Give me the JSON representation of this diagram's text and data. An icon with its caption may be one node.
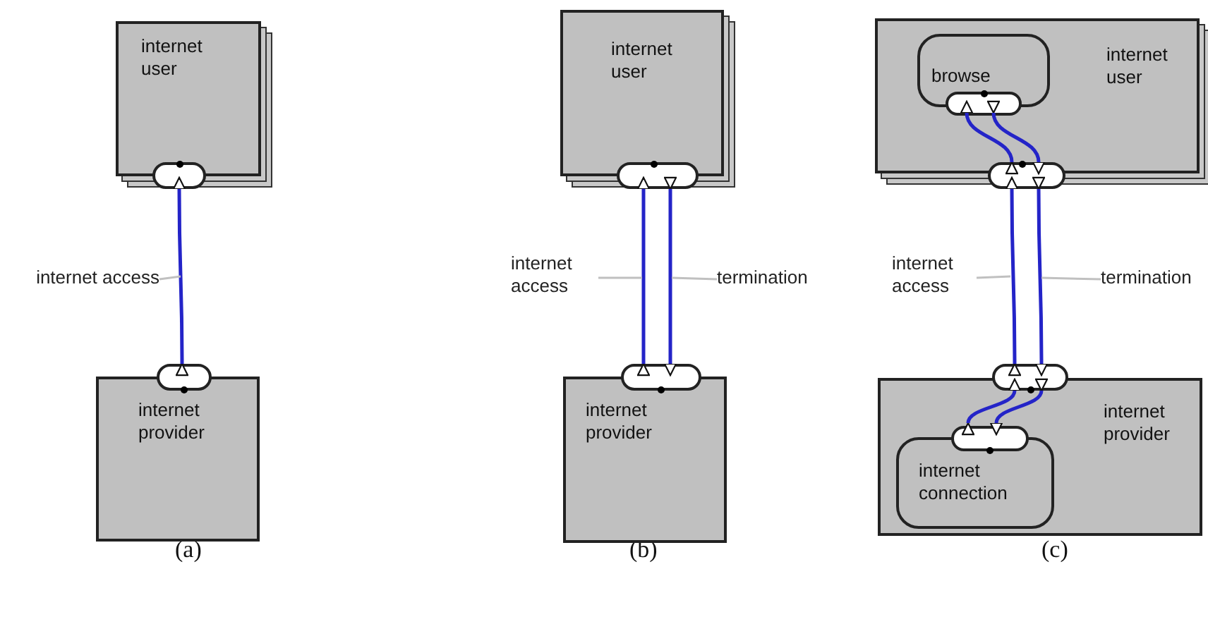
{
  "diagram": {
    "nodes": [
      {
        "text": [
          "internet user"
        ]
      },
      {
        "text": [],
        "shape": "pill"
      },
      {
        "text": [
          "internet access"
        ]
      },
      {
        "text": [],
        "shape": "pill"
      },
      {
        "text": [
          "internet provider"
        ]
      },
      {
        "text": [
          "internet user"
        ]
      },
      {
        "text": [],
        "shape": "pill"
      },
      {
        "text": [
          "internet access"
        ]
      },
      {
        "text": [
          "termination"
        ]
      },
      {
        "text": [],
        "shape": "pill"
      },
      {
        "text": [
          "internet provider"
        ]
      },
      {
        "text": [
          "internet user"
        ]
      },
      {
        "text": [
          "browse"
        ],
        "in": 11
      },
      {
        "text": [],
        "shape": "pill",
        "in": 11
      },
      {
        "text": [],
        "shape": "pill"
      },
      {
        "text": [
          "internet access"
        ]
      },
      {
        "text": [
          "termination"
        ]
      },
      {
        "text": [
          "internet provider"
        ]
      },
      {
        "text": [],
        "shape": "pill"
      },
      {
        "text": [
          "internet connection"
        ],
        "in": 17
      },
      {
        "text": [],
        "shape": "pill",
        "in": 17
      }
    ],
    "edges": [
      {
        "from": 3,
        "to": 1,
        "arrow": "to"
      },
      {
        "from": 2,
        "to": null,
        "arrow": "none",
        "color": "#c0c0c0"
      },
      {
        "from": 9,
        "to": 6,
        "arrow": "to"
      },
      {
        "from": 6,
        "to": 9,
        "arrow": "to"
      },
      {
        "from": 7,
        "to": null,
        "arrow": "none",
        "color": "#c0c0c0"
      },
      {
        "from": 8,
        "to": null,
        "arrow": "none",
        "color": "#c0c0c0"
      },
      {
        "from": 20,
        "to": 18,
        "arrow": "to"
      },
      {
        "from": 18,
        "to": 14,
        "arrow": "to"
      },
      {
        "from": 14,
        "to": 13,
        "arrow": "to"
      },
      {
        "from": 13,
        "to": 14,
        "arrow": "to"
      },
      {
        "from": 14,
        "to": 18,
        "arrow": "to"
      },
      {
        "from": 18,
        "to": 20,
        "arrow": "to"
      },
      {
        "from": 15,
        "to": null,
        "arrow": "none",
        "color": "#c0c0c0"
      },
      {
        "from": 16,
        "to": null,
        "arrow": "none",
        "color": "#c0c0c0"
      }
    ],
    "labels": [
      "(a)",
      "(b)",
      "(c)"
    ]
  }
}
